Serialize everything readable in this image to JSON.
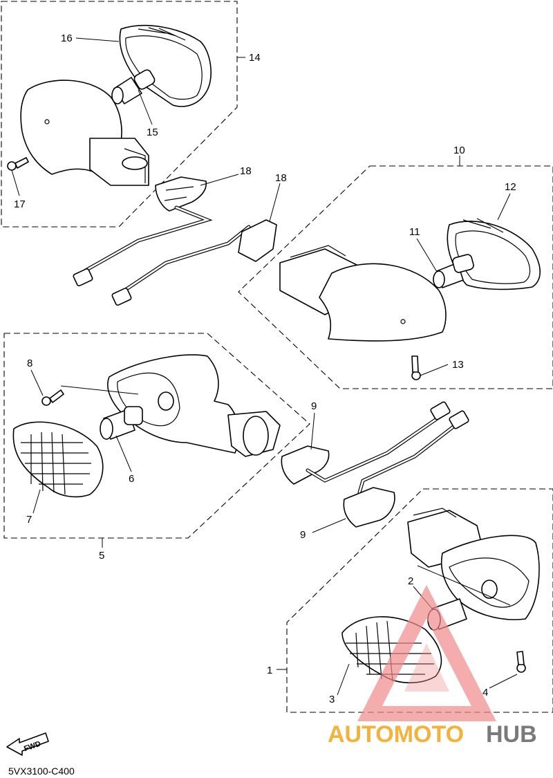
{
  "diagram": {
    "labels": {
      "l1": "1",
      "l2": "2",
      "l3": "3",
      "l4": "4",
      "l5": "5",
      "l6": "6",
      "l7": "7",
      "l8": "8",
      "l9a": "9",
      "l9b": "9",
      "l10": "10",
      "l11": "11",
      "l12": "12",
      "l13": "13",
      "l14": "14",
      "l15": "15",
      "l16": "16",
      "l17": "17",
      "l18a": "18",
      "l18b": "18"
    },
    "fwd_label": "FWD",
    "part_code": "5VX3100-C400"
  },
  "watermark": {
    "brand_part1": "AUTOMOTO",
    "brand_part2": "HUB",
    "colors": {
      "triangle": "#f08a8a",
      "text_orange": "#f5b23a",
      "text_gray": "#7a7a7a"
    }
  }
}
